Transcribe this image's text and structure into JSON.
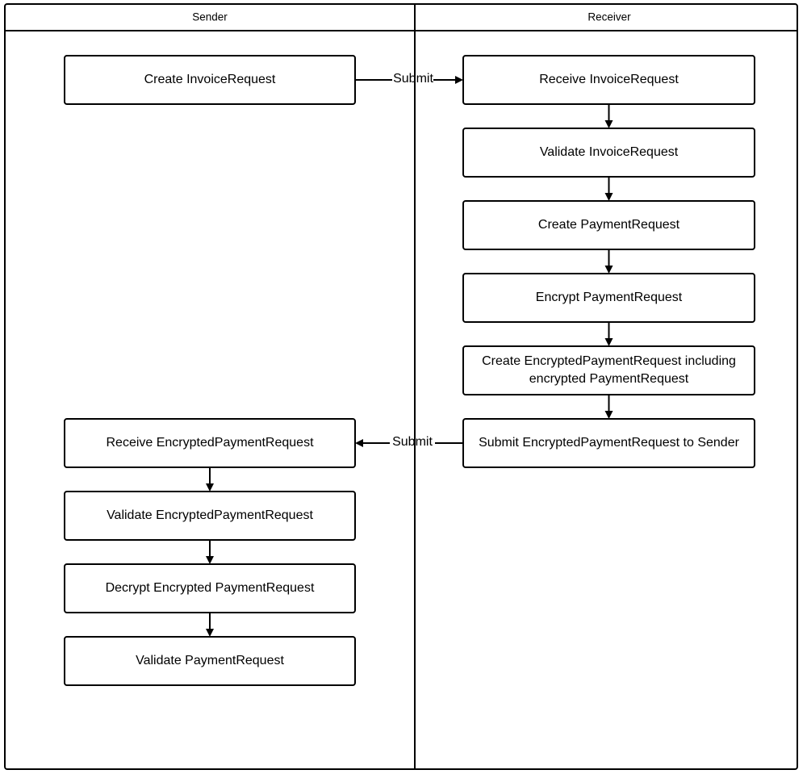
{
  "diagram": {
    "type": "swimlane-flowchart",
    "title": "",
    "lanes": [
      {
        "id": "sender",
        "label": "Sender"
      },
      {
        "id": "receiver",
        "label": "Receiver"
      }
    ],
    "nodes": [
      {
        "id": "n1",
        "lane": "sender",
        "label": "Create InvoiceRequest"
      },
      {
        "id": "n2",
        "lane": "receiver",
        "label": "Receive InvoiceRequest"
      },
      {
        "id": "n3",
        "lane": "receiver",
        "label": "Validate InvoiceRequest"
      },
      {
        "id": "n4",
        "lane": "receiver",
        "label": "Create PaymentRequest"
      },
      {
        "id": "n5",
        "lane": "receiver",
        "label": "Encrypt PaymentRequest"
      },
      {
        "id": "n6",
        "lane": "receiver",
        "label_line1": "Create EncryptedPaymentRequest including",
        "label_line2": "encrypted PaymentRequest"
      },
      {
        "id": "n7",
        "lane": "receiver",
        "label": "Submit EncryptedPaymentRequest to Sender"
      },
      {
        "id": "n8",
        "lane": "sender",
        "label": "Receive EncryptedPaymentRequest"
      },
      {
        "id": "n9",
        "lane": "sender",
        "label": "Validate EncryptedPaymentRequest"
      },
      {
        "id": "n10",
        "lane": "sender",
        "label": "Decrypt Encrypted PaymentRequest"
      },
      {
        "id": "n11",
        "lane": "sender",
        "label": "Validate PaymentRequest"
      }
    ],
    "edges": [
      {
        "id": "e1",
        "from": "n1",
        "to": "n2",
        "label": "Submit",
        "direction": "right"
      },
      {
        "id": "e2",
        "from": "n2",
        "to": "n3",
        "label": "",
        "direction": "down"
      },
      {
        "id": "e3",
        "from": "n3",
        "to": "n4",
        "label": "",
        "direction": "down"
      },
      {
        "id": "e4",
        "from": "n4",
        "to": "n5",
        "label": "",
        "direction": "down"
      },
      {
        "id": "e5",
        "from": "n5",
        "to": "n6",
        "label": "",
        "direction": "down"
      },
      {
        "id": "e6",
        "from": "n6",
        "to": "n7",
        "label": "",
        "direction": "down"
      },
      {
        "id": "e7",
        "from": "n7",
        "to": "n8",
        "label": "Submit",
        "direction": "left"
      },
      {
        "id": "e8",
        "from": "n8",
        "to": "n9",
        "label": "",
        "direction": "down"
      },
      {
        "id": "e9",
        "from": "n9",
        "to": "n10",
        "label": "",
        "direction": "down"
      },
      {
        "id": "e10",
        "from": "n10",
        "to": "n11",
        "label": "",
        "direction": "down"
      }
    ],
    "colors": {
      "background": "#ffffff",
      "stroke": "#000000",
      "node_fill": "#ffffff",
      "text": "#000000"
    }
  }
}
